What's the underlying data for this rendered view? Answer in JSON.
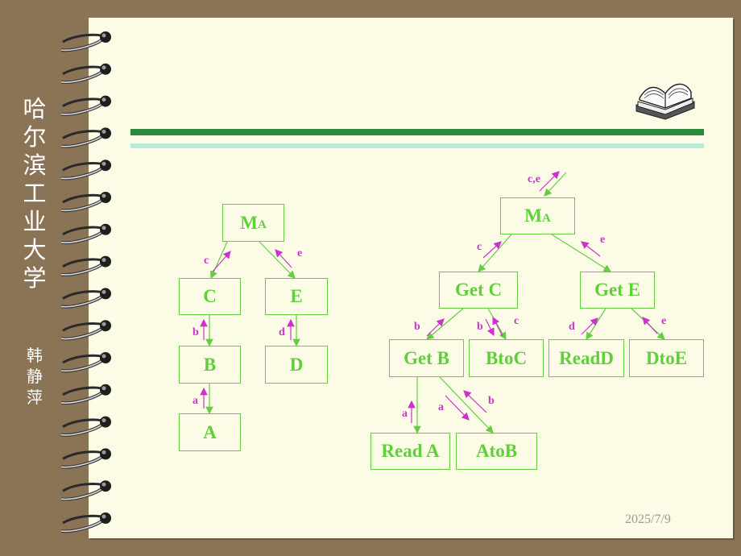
{
  "title_chars": [
    "哈",
    "尔",
    "滨",
    "工",
    "业",
    "大",
    "学"
  ],
  "author_chars": [
    "韩",
    "静",
    "萍"
  ],
  "date": "2025/7/9",
  "left_tree": {
    "nodes": {
      "ma_main": "M",
      "ma_sub": "A",
      "c": "C",
      "e": "E",
      "b": "B",
      "d": "D",
      "a": "A"
    },
    "labels": {
      "c": "c",
      "e": "e",
      "b": "b",
      "d": "d",
      "a": "a"
    }
  },
  "right_tree": {
    "nodes": {
      "ma_main": "M",
      "ma_sub": "A",
      "get_c": "Get C",
      "get_e": "Get E",
      "get_b": "Get B",
      "btoc": "BtoC",
      "readd": "ReadD",
      "dtoe": "DtoE",
      "read_a": "Read A",
      "atob": "AtoB"
    },
    "labels": {
      "ce": "c,e",
      "c": "c",
      "e": "e",
      "b1": "b",
      "b2": "b",
      "c2": "c",
      "d": "d",
      "e2": "e",
      "a1": "a",
      "a2": "a",
      "b3": "b"
    }
  },
  "colors": {
    "box_border": "#66cc44",
    "box_text": "#5fcf3a",
    "arrow_green": "#66cc44",
    "arrow_magenta": "#cc33cc"
  }
}
